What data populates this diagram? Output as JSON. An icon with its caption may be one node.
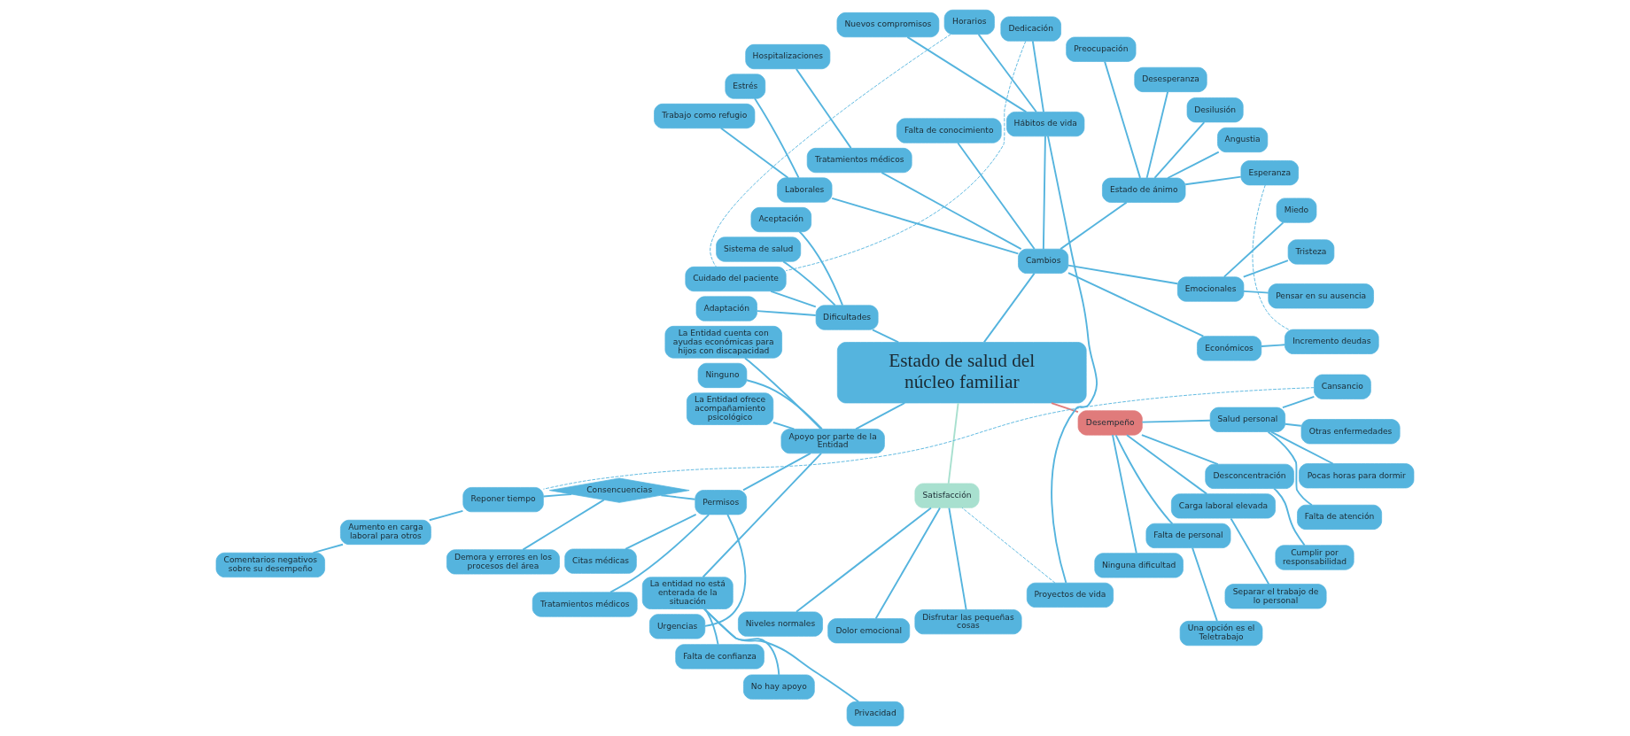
{
  "diagram": {
    "nodes": [
      {
        "text": [
          "Estado de salud del núcleo familiar"
        ]
      },
      {
        "text": [
          "Cambios"
        ]
      },
      {
        "text": [
          "Económicos"
        ]
      },
      {
        "text": [
          "Incremento deudas"
        ]
      },
      {
        "text": [
          "Emocionales"
        ]
      },
      {
        "text": [
          "Pensar en su ausencia"
        ]
      },
      {
        "text": [
          "Tristeza"
        ]
      },
      {
        "text": [
          "Miedo"
        ]
      },
      {
        "text": [
          "Estado de ánimo"
        ]
      },
      {
        "text": [
          "Esperanza"
        ]
      },
      {
        "text": [
          "Angustia"
        ]
      },
      {
        "text": [
          "Desilusión"
        ]
      },
      {
        "text": [
          "Desesperanza"
        ]
      },
      {
        "text": [
          "Preocupación"
        ]
      },
      {
        "text": [
          "Hábitos de vida"
        ]
      },
      {
        "text": [
          "Dedicación"
        ]
      },
      {
        "text": [
          "Horarios"
        ]
      },
      {
        "text": [
          "Nuevos compromisos"
        ]
      },
      {
        "text": [
          "Proyectos de vida"
        ]
      },
      {
        "text": [
          "Falta de conocimiento"
        ]
      },
      {
        "text": [
          "Tratamientos médicos"
        ]
      },
      {
        "text": [
          "Hospitalizaciones"
        ]
      },
      {
        "text": [
          "Laborales"
        ]
      },
      {
        "text": [
          "Estrés"
        ]
      },
      {
        "text": [
          "Trabajo como refugio"
        ]
      },
      {
        "text": [
          "Dificultades"
        ]
      },
      {
        "text": [
          "Aceptación"
        ]
      },
      {
        "text": [
          "Sistema de salud"
        ]
      },
      {
        "text": [
          "Cuidado del paciente"
        ]
      },
      {
        "text": [
          "Adaptación"
        ]
      },
      {
        "text": [
          "Apoyo por parte de la Entidad"
        ]
      },
      {
        "text": [
          "La Entidad cuenta con ayudas económicas para hijos con discapacidad"
        ]
      },
      {
        "text": [
          "Ninguno"
        ]
      },
      {
        "text": [
          "La Entidad ofrece acompañamiento psicológico"
        ]
      },
      {
        "text": [
          "Permisos"
        ]
      },
      {
        "text": [
          "Consencuencias"
        ]
      },
      {
        "text": [
          "Reponer tiempo"
        ]
      },
      {
        "text": [
          "Aumento en carga laboral para otros"
        ]
      },
      {
        "text": [
          "Comentarios negativos sobre su desempeño"
        ]
      },
      {
        "text": [
          "Demora y errores en los procesos del área"
        ]
      },
      {
        "text": [
          "Citas médicas"
        ]
      },
      {
        "text": [
          "Tratamientos médicos"
        ]
      },
      {
        "text": [
          "Urgencias"
        ]
      },
      {
        "text": [
          "La entidad no está enterada de la situación"
        ]
      },
      {
        "text": [
          "Falta de confianza"
        ]
      },
      {
        "text": [
          "No hay apoyo"
        ]
      },
      {
        "text": [
          "Privacidad"
        ]
      },
      {
        "text": [
          "Satisfacción"
        ]
      },
      {
        "text": [
          "Niveles normales"
        ]
      },
      {
        "text": [
          "Dolor emocional"
        ]
      },
      {
        "text": [
          "Disfrutar las pequeñas cosas"
        ]
      },
      {
        "text": [
          "Desempeño"
        ]
      },
      {
        "text": [
          "Ninguna dificultad"
        ]
      },
      {
        "text": [
          "Falta de personal"
        ]
      },
      {
        "text": [
          "Una opción es el Teletrabajo"
        ]
      },
      {
        "text": [
          "Carga laboral elevada"
        ]
      },
      {
        "text": [
          "Separar el trabajo de lo personal"
        ]
      },
      {
        "text": [
          "Desconcentración"
        ]
      },
      {
        "text": [
          "Cumplir por responsabilidad"
        ]
      },
      {
        "text": [
          "Salud personal"
        ]
      },
      {
        "text": [
          "Falta de atención"
        ]
      },
      {
        "text": [
          "Pocas horas para dormir"
        ]
      },
      {
        "text": [
          "Otras enfermedades"
        ]
      },
      {
        "text": [
          "Cansancio"
        ]
      }
    ],
    "edges": [
      {
        "from": 0,
        "to": 1,
        "arrow": "none"
      },
      {
        "from": 1,
        "to": 2,
        "arrow": "none"
      },
      {
        "from": 2,
        "to": 3,
        "arrow": "none"
      },
      {
        "from": 1,
        "to": 4,
        "arrow": "none"
      },
      {
        "from": 4,
        "to": 5,
        "arrow": "none"
      },
      {
        "from": 4,
        "to": 6,
        "arrow": "none"
      },
      {
        "from": 4,
        "to": 7,
        "arrow": "none"
      },
      {
        "from": 1,
        "to": 8,
        "arrow": "none"
      },
      {
        "from": 8,
        "to": 9,
        "arrow": "none"
      },
      {
        "from": 8,
        "to": 10,
        "arrow": "none"
      },
      {
        "from": 8,
        "to": 11,
        "arrow": "none"
      },
      {
        "from": 8,
        "to": 12,
        "arrow": "none"
      },
      {
        "from": 8,
        "to": 13,
        "arrow": "none"
      },
      {
        "from": 1,
        "to": 14,
        "arrow": "none"
      },
      {
        "from": 14,
        "to": 15,
        "arrow": "none"
      },
      {
        "from": 14,
        "to": 16,
        "arrow": "none"
      },
      {
        "from": 14,
        "to": 17,
        "arrow": "none"
      },
      {
        "from": 14,
        "to": 18,
        "arrow": "none"
      },
      {
        "from": 1,
        "to": 19,
        "arrow": "none"
      },
      {
        "from": 1,
        "to": 20,
        "arrow": "none"
      },
      {
        "from": 20,
        "to": 21,
        "arrow": "none"
      },
      {
        "from": 1,
        "to": 22,
        "arrow": "none"
      },
      {
        "from": 22,
        "to": 23,
        "arrow": "none"
      },
      {
        "from": 22,
        "to": 24,
        "arrow": "none"
      },
      {
        "from": 0,
        "to": 25,
        "arrow": "none"
      },
      {
        "from": 25,
        "to": 26,
        "arrow": "none"
      },
      {
        "from": 25,
        "to": 27,
        "arrow": "none"
      },
      {
        "from": 25,
        "to": 28,
        "arrow": "none"
      },
      {
        "from": 25,
        "to": 29,
        "arrow": "none"
      },
      {
        "from": 0,
        "to": 30,
        "arrow": "none"
      },
      {
        "from": 30,
        "to": 31,
        "arrow": "none"
      },
      {
        "from": 30,
        "to": 32,
        "arrow": "none"
      },
      {
        "from": 30,
        "to": 33,
        "arrow": "none"
      },
      {
        "from": 30,
        "to": 34,
        "arrow": "none"
      },
      {
        "from": 34,
        "to": 35,
        "arrow": "none"
      },
      {
        "from": 35,
        "to": 36,
        "arrow": "none"
      },
      {
        "from": 36,
        "to": 37,
        "arrow": "none"
      },
      {
        "from": 37,
        "to": 38,
        "arrow": "none"
      },
      {
        "from": 35,
        "to": 39,
        "arrow": "none"
      },
      {
        "from": 34,
        "to": 40,
        "arrow": "none"
      },
      {
        "from": 34,
        "to": 41,
        "arrow": "none"
      },
      {
        "from": 34,
        "to": 42,
        "arrow": "none"
      },
      {
        "from": 30,
        "to": 43,
        "arrow": "none"
      },
      {
        "from": 43,
        "to": 44,
        "arrow": "none"
      },
      {
        "from": 43,
        "to": 45,
        "arrow": "none"
      },
      {
        "from": 43,
        "to": 46,
        "arrow": "none"
      },
      {
        "from": 0,
        "to": 47,
        "arrow": "none",
        "color": "#a8e0cf"
      },
      {
        "from": 47,
        "to": 48,
        "arrow": "none"
      },
      {
        "from": 47,
        "to": 49,
        "arrow": "none"
      },
      {
        "from": 47,
        "to": 50,
        "arrow": "none"
      },
      {
        "from": 0,
        "to": 51,
        "arrow": "none",
        "color": "#e07b7b"
      },
      {
        "from": 51,
        "to": 52,
        "arrow": "none"
      },
      {
        "from": 51,
        "to": 53,
        "arrow": "none"
      },
      {
        "from": 53,
        "to": 54,
        "arrow": "none"
      },
      {
        "from": 51,
        "to": 55,
        "arrow": "none"
      },
      {
        "from": 55,
        "to": 56,
        "arrow": "none"
      },
      {
        "from": 51,
        "to": 57,
        "arrow": "none"
      },
      {
        "from": 57,
        "to": 58,
        "arrow": "none"
      },
      {
        "from": 51,
        "to": 59,
        "arrow": "none"
      },
      {
        "from": 59,
        "to": 60,
        "arrow": "none"
      },
      {
        "from": 59,
        "to": 61,
        "arrow": "none"
      },
      {
        "from": 59,
        "to": 62,
        "arrow": "none"
      },
      {
        "from": 59,
        "to": 63,
        "arrow": "none"
      },
      {
        "from": 3,
        "to": 9,
        "arrow": "none",
        "style": "dashed"
      },
      {
        "from": 15,
        "to": 28,
        "arrow": "none",
        "style": "dashed"
      },
      {
        "from": 16,
        "to": 28,
        "arrow": "none",
        "style": "dashed"
      },
      {
        "from": 18,
        "to": 47,
        "arrow": "none",
        "style": "dashed"
      },
      {
        "from": 63,
        "to": 36,
        "arrow": "none",
        "style": "dashed"
      }
    ]
  }
}
